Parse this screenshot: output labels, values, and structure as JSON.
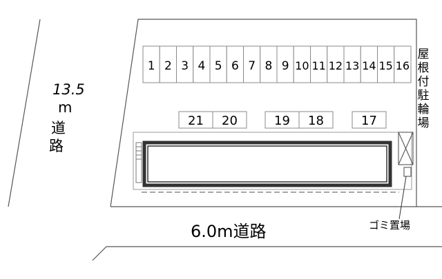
{
  "road_main": {
    "label": "6.0m道路"
  },
  "road_side": {
    "width_value": "13.5",
    "unit_label": "m",
    "name_char_1": "道",
    "name_char_2": "路"
  },
  "parking_row_top": [
    "1",
    "2",
    "3",
    "4",
    "5",
    "6",
    "7",
    "8",
    "9",
    "10",
    "11",
    "12",
    "13",
    "14",
    "15",
    "16"
  ],
  "parking_row_bottom": [
    {
      "group": [
        "21",
        "20"
      ]
    },
    {
      "group": [
        "19",
        "18"
      ]
    },
    {
      "group": [
        "17"
      ]
    }
  ],
  "bicycle_parking": {
    "label_chars": [
      "屋",
      "根",
      "付",
      "駐",
      "輪",
      "場"
    ]
  },
  "garbage": {
    "label": "ゴミ置場"
  }
}
